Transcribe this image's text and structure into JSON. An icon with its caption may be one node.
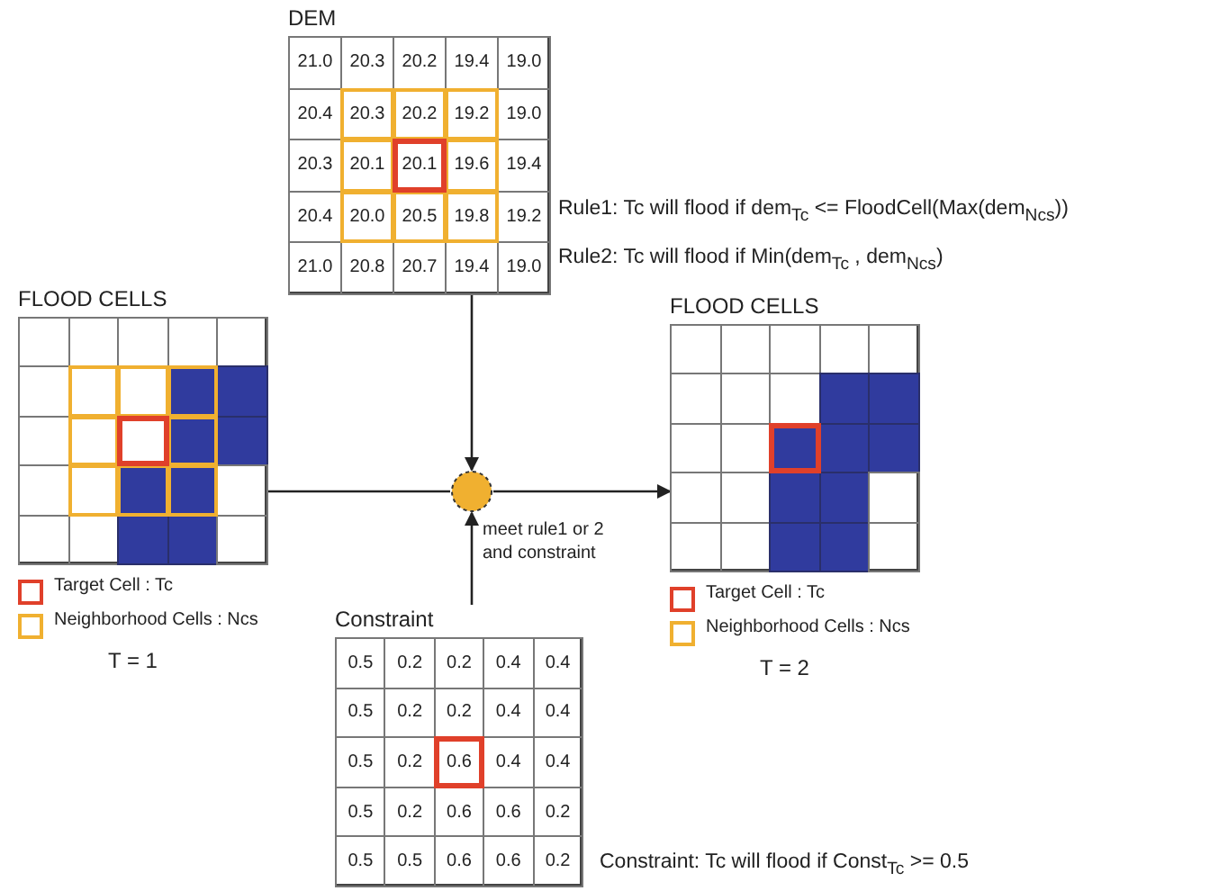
{
  "diagram": {
    "nodes": [
      {
        "text": [
          "DEM"
        ]
      },
      {
        "text": [
          "FLOOD CELLS"
        ]
      },
      {
        "text": [],
        "shape": "circle",
        "beside": [
          "meet rule1 or 2 and constraint"
        ]
      },
      {
        "text": [
          "FLOOD CELLS"
        ]
      },
      {
        "text": [
          "Constraint"
        ]
      }
    ],
    "edges": [
      {
        "from": 0,
        "to": 2,
        "arrow": "to"
      },
      {
        "from": 1,
        "to": 2,
        "arrow": "none"
      },
      {
        "from": 4,
        "to": 2,
        "arrow": "to"
      },
      {
        "from": 2,
        "to": 3,
        "arrow": "to"
      }
    ],
    "labels": [
      "21.0",
      "20.3",
      "20.2",
      "19.4",
      "19.0",
      "20.4",
      "20.3",
      "20.2",
      "19.2",
      "19.0",
      "20.3",
      "20.1",
      "20.1",
      "19.6",
      "19.4",
      "20.4",
      "20.0",
      "20.5",
      "19.8",
      "19.2",
      "21.0",
      "20.8",
      "20.7",
      "19.4",
      "19.0",
      "Rule1: Tc will flood if dem$_{Tc}$ <= FloodCell(Max(dem$_{Ncs}$))",
      "Rule2: Tc will flood if Min(dem$_{Tc}$ , dem$_{Ncs}$)",
      "T = 1",
      "0.5",
      "0.2",
      "0.2",
      "0.4",
      "0.4",
      "T = 2",
      "0.5",
      "0.2",
      "0.2",
      "0.4",
      "0.4",
      "0.5",
      "0.2",
      "0.6",
      "0.4",
      "0.4",
      "0.5",
      "0.2",
      "0.6",
      "0.6",
      "0.2",
      "0.5",
      "0.5",
      "0.6",
      "0.6",
      "0.2",
      "Constraint: Tc will flood if Const$_{Tc}$ >= 0.5"
    ],
    "legend": [
      {
        "text": "Target Cell : Tc"
      },
      {
        "text": "Neighborhood Cells : Ncs"
      },
      {
        "text": "Target Cell : Tc"
      },
      {
        "text": "Neighborhood Cells : Ncs"
      }
    ]
  }
}
